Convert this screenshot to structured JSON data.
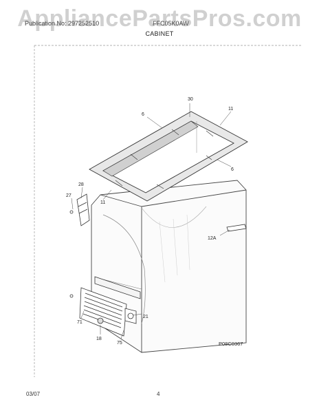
{
  "watermark": "AppliancePartsPros.com",
  "header": {
    "publication": "Publication No: 297252510",
    "model": "FFC05K0AW",
    "section": "CABINET"
  },
  "diagram": {
    "callouts": {
      "c30": "30",
      "c6a": "6",
      "c11a": "11",
      "c6b": "6",
      "c28": "28",
      "c27": "27",
      "c11b": "11",
      "c12a": "12A",
      "c21": "21",
      "c71": "71",
      "c18": "18",
      "c75": "75"
    },
    "figure_code": "P08C0367"
  },
  "footer": {
    "date": "03/07",
    "page": "4"
  }
}
